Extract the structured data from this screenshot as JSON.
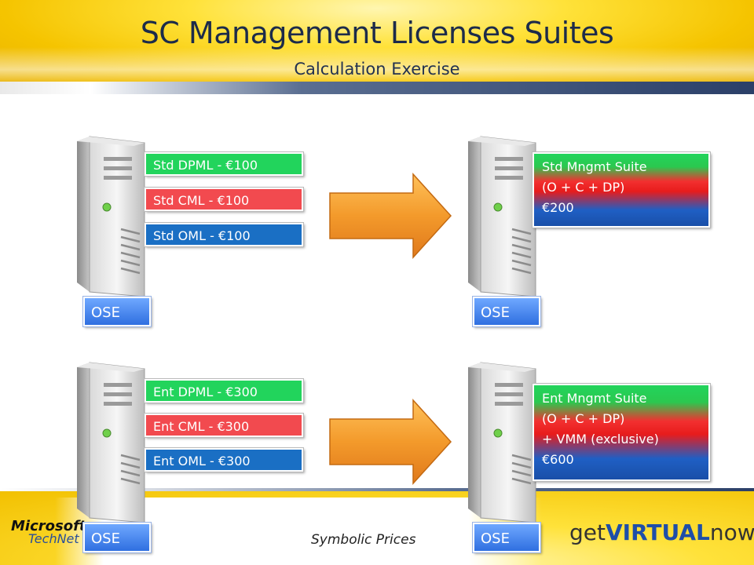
{
  "slide": {
    "title": "SC Management Licenses Suites",
    "subtitle": "Calculation Exercise"
  },
  "standard": {
    "licenses": [
      "Std DPML - €100",
      "Std CML - €100",
      "Std OML - €100"
    ],
    "suite_lines": [
      "Std Mngmt Suite",
      "(O + C + DP)",
      "€200"
    ],
    "ose_left": "OSE",
    "ose_right": "OSE"
  },
  "enterprise": {
    "licenses": [
      "Ent DPML - €300",
      "Ent CML - €300",
      "Ent OML - €300"
    ],
    "suite_lines": [
      "Ent Mngmt Suite",
      "(O + C + DP)",
      "+ VMM (exclusive)",
      "€600"
    ],
    "ose_left": "OSE",
    "ose_right": "OSE"
  },
  "footer": {
    "note": "Symbolic Prices",
    "logo_left_line1": "Microsoft",
    "logo_left_line2": "TechNet",
    "logo_right_part1": "get",
    "logo_right_part2": "VIRTUAL",
    "logo_right_part3": "now"
  },
  "colors": {
    "green": "#22d45c",
    "red": "#f24a4f",
    "blue": "#1a6fc4",
    "ose_blue": "#2f6fe0",
    "arrow_orange": "#f39a2b"
  }
}
